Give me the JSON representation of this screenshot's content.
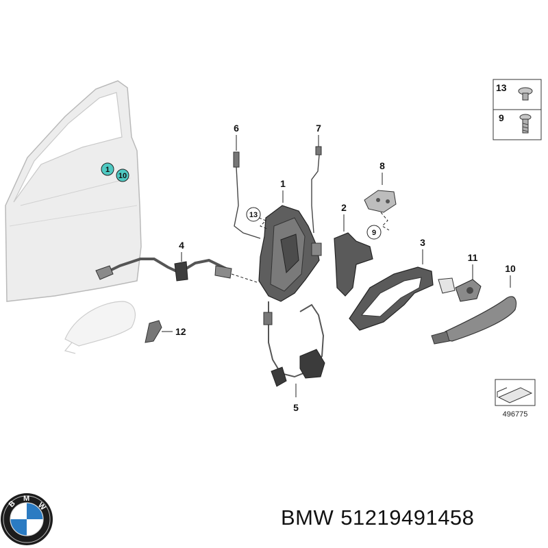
{
  "door_callouts": [
    "1",
    "10"
  ],
  "parts": [
    {
      "num": "1"
    },
    {
      "num": "2"
    },
    {
      "num": "3"
    },
    {
      "num": "4"
    },
    {
      "num": "5"
    },
    {
      "num": "6"
    },
    {
      "num": "7"
    },
    {
      "num": "8"
    },
    {
      "num": "9"
    },
    {
      "num": "10"
    },
    {
      "num": "11"
    },
    {
      "num": "12"
    }
  ],
  "inline_refs": {
    "screw_13": "13",
    "screw_9": "9"
  },
  "legend_box": {
    "items": [
      {
        "num": "13"
      },
      {
        "num": "9"
      }
    ]
  },
  "reference_code": "496775",
  "footer": {
    "brand": "BMW",
    "part_number": "51219491458"
  },
  "colors": {
    "callout_teal": "#4fc9c2",
    "line": "#222222",
    "part_gray": "#6e6e6e"
  }
}
